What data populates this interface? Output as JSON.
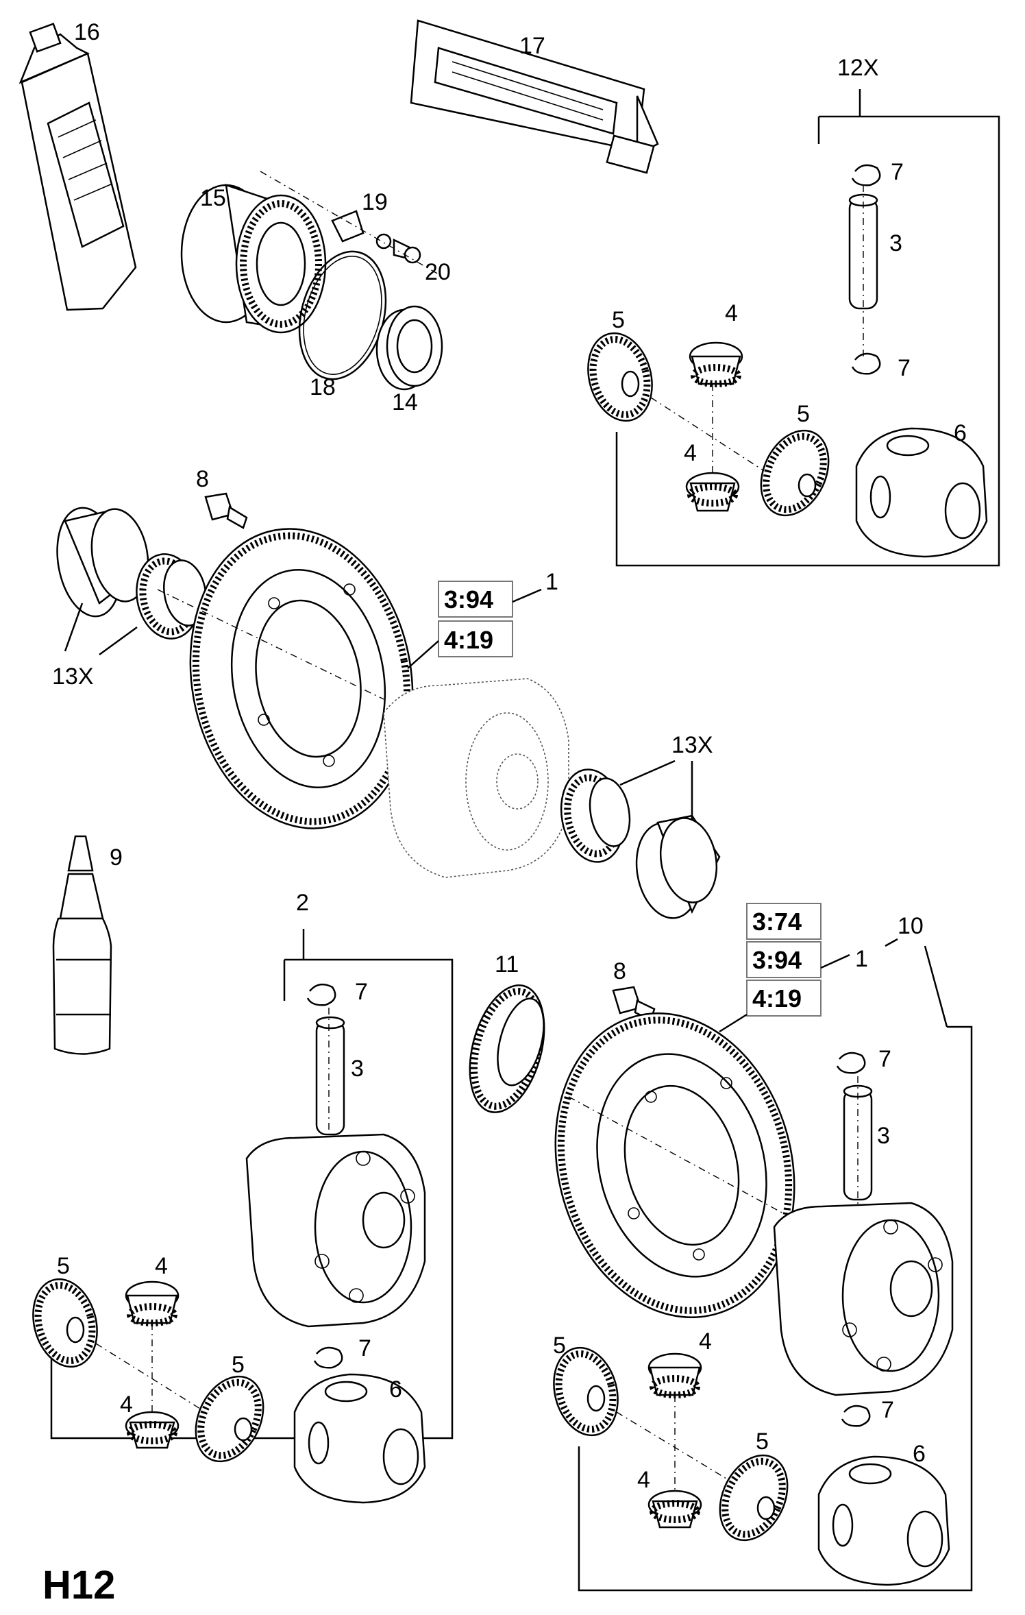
{
  "diagram": {
    "code": "H12",
    "callouts": {
      "p16": "16",
      "p17": "17",
      "p12x": "12X",
      "p15": "15",
      "p19": "19",
      "p20": "20",
      "p18": "18",
      "p14": "14",
      "p7a": "7",
      "p3a": "3",
      "p7b": "7",
      "p5a": "5",
      "p4a": "4",
      "p5b": "5",
      "p4b": "4",
      "p6a": "6",
      "p8a": "8",
      "p1a": "1",
      "p13xa": "13X",
      "p13xb": "13X",
      "p9": "9",
      "p2": "2",
      "p7c": "7",
      "p3b": "3",
      "p5c": "5",
      "p4c": "4",
      "p7d": "7",
      "p5d": "5",
      "p4d": "4",
      "p6b": "6",
      "p11": "11",
      "p8b": "8",
      "p1b": "1",
      "p10": "10",
      "p7e": "7",
      "p3c": "3",
      "p5e": "5",
      "p4e": "4",
      "p7f": "7",
      "p5f": "5",
      "p4f": "4",
      "p6c": "6"
    },
    "ratios_top": [
      "3:94",
      "4:19"
    ],
    "ratios_bottom": [
      "3:74",
      "3:94",
      "4:19"
    ]
  }
}
